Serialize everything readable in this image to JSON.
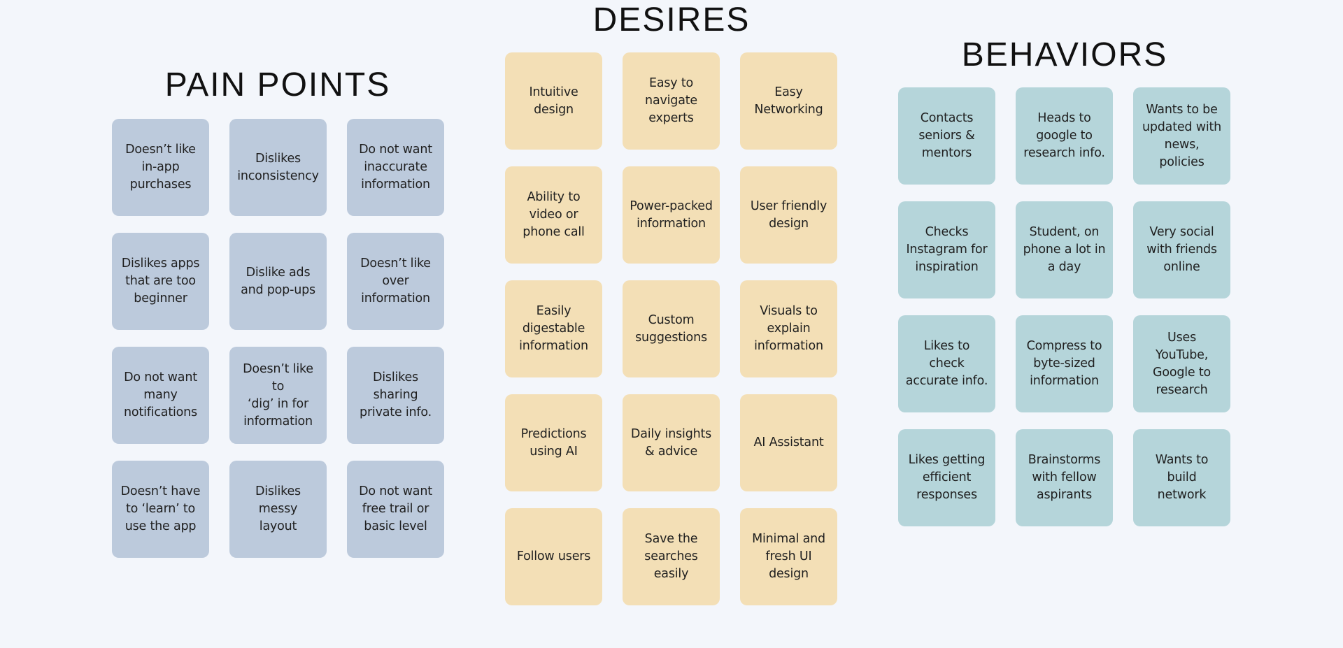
{
  "pain_points": {
    "title": "PAIN POINTS",
    "color": "#bccadc",
    "cards": [
      "Doesn’t like\nin-app\npurchases",
      "Dislikes\ninconsistency",
      "Do not want\ninaccurate\ninformation",
      "Dislikes apps\nthat are too\nbeginner",
      "Dislike ads\nand pop-ups",
      "Doesn’t like\nover\ninformation",
      "Do not want\nmany\nnotifications",
      "Doesn’t like to\n‘dig’ in for\ninformation",
      "Dislikes\nsharing\nprivate info.",
      "Doesn’t have\nto ‘learn’ to\nuse the app",
      "Dislikes messy\nlayout",
      "Do not want\nfree trail or\nbasic level"
    ]
  },
  "desires": {
    "title": "DESIRES",
    "color": "#f3dfb6",
    "cards": [
      "Intuitive\ndesign",
      "Easy to\nnavigate\nexperts",
      "Easy\nNetworking",
      "Ability to\nvideo or\nphone call",
      "Power-packed\ninformation",
      "User friendly\ndesign",
      "Easily\ndigestable\ninformation",
      "Custom\nsuggestions",
      "Visuals to\nexplain\ninformation",
      "Predictions\nusing AI",
      "Daily insights\n& advice",
      "AI Assistant",
      "Follow users",
      "Save the\nsearches\neasily",
      "Minimal and\nfresh UI\ndesign"
    ]
  },
  "behaviors": {
    "title": "BEHAVIORS",
    "color": "#b5d5da",
    "cards": [
      "Contacts\nseniors &\nmentors",
      "Heads to\ngoogle to\nresearch info.",
      "Wants to be\nupdated with\nnews, policies",
      "Checks\nInstagram for\ninspiration",
      "Student, on\nphone a lot in\na day",
      "Very social\nwith friends\nonline",
      "Likes to check\naccurate info.",
      "Compress to\nbyte-sized\ninformation",
      "Uses YouTube,\nGoogle to\nresearch",
      "Likes getting\nefficient\nresponses",
      "Brainstorms\nwith fellow\naspirants",
      "Wants to build\nnetwork"
    ]
  }
}
